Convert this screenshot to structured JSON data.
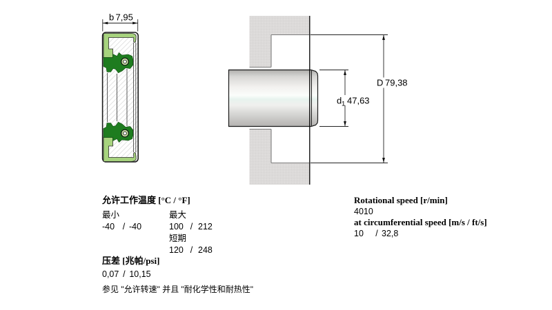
{
  "drawings": {
    "seal": {
      "name": "radial shaft seal cross-section",
      "dim_b": {
        "symbol": "b",
        "value": "7,95"
      },
      "colors": {
        "case_light_green": "#a7d37e",
        "rubber_dark_green": "#1e7c1f"
      }
    },
    "mount": {
      "name": "shaft and housing installation section",
      "dim_D": {
        "symbol": "D",
        "value": "79,38"
      },
      "dim_d1": {
        "symbol": "d",
        "sub": "1",
        "value": "47,63"
      },
      "colors": {
        "housing_gray": "#dcdad9"
      }
    }
  },
  "specs": {
    "sep": "/",
    "temperature": {
      "title": "允许工作温度 [°C / °F]",
      "min_label": "最小",
      "max_label": "最大",
      "min_c": "-40",
      "min_f": "-40",
      "max_c": "100",
      "max_f": "212",
      "short_term_label": "短期",
      "short_c": "120",
      "short_f": "248"
    },
    "pressure": {
      "title": "压差 [兆帕/psi]",
      "mpa": "0,07",
      "psi": "10,15"
    },
    "note": "参见 \"允许转速\" 并且 \"耐化学性和耐热性\"",
    "speed": {
      "rot_title": "Rotational speed [r/min]",
      "rot_value": "4010",
      "circ_title": "at circumferential speed [m/s / ft/s]",
      "circ_ms": "10",
      "circ_fts": "32,8"
    }
  }
}
